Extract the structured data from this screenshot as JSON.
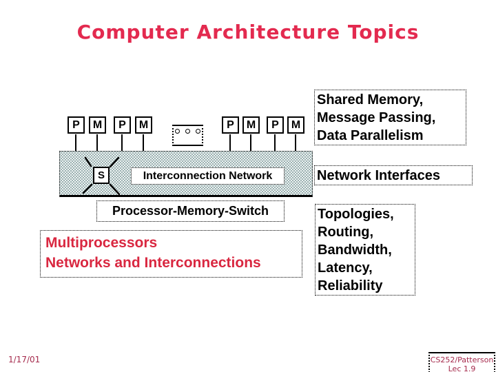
{
  "slide": {
    "title": "Computer Architecture Topics"
  },
  "colors": {
    "title_red": "#e32a4f",
    "body_red": "#d92740",
    "footer_red": "#a52a4c",
    "band_dot": "#96aeae"
  },
  "diagram": {
    "nodes": [
      "P",
      "M",
      "P",
      "M",
      "P",
      "M",
      "P",
      "M"
    ],
    "switch_label": "S",
    "network_label": "Interconnection Network",
    "caption": "Processor-Memory-Switch"
  },
  "topics": {
    "multiprocessors": {
      "lines": [
        "Multiprocessors",
        "Networks and Interconnections"
      ]
    }
  },
  "annotations": {
    "shared_memory": {
      "lines": [
        "Shared Memory,",
        "Message Passing,",
        "Data Parallelism"
      ]
    },
    "network_interfaces": {
      "lines": [
        "Network Interfaces"
      ]
    },
    "topologies": {
      "lines": [
        "Topologies,",
        "Routing,",
        "Bandwidth,",
        "Latency,",
        "Reliability"
      ]
    }
  },
  "footer": {
    "date": "1/17/01",
    "credit_lines": [
      "CS252/Patterson",
      "Lec 1.9"
    ]
  }
}
